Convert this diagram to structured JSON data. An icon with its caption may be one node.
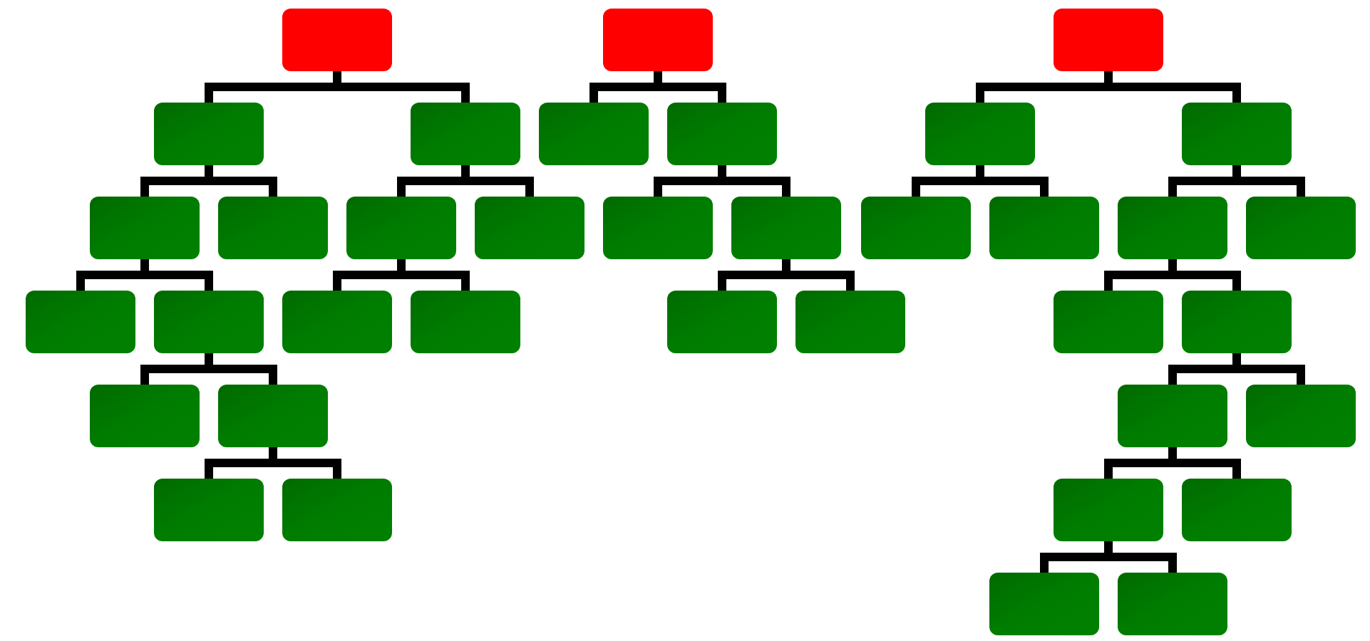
{
  "diagram": {
    "nodes": [
      {
        "text": [],
        "shape": "box"
      },
      {
        "text": [],
        "shape": "box"
      },
      {
        "text": [],
        "shape": "box"
      },
      {
        "text": [],
        "shape": "box"
      },
      {
        "text": [],
        "shape": "box"
      },
      {
        "text": [],
        "shape": "box"
      },
      {
        "text": [],
        "shape": "box"
      },
      {
        "text": [],
        "shape": "box"
      },
      {
        "text": [],
        "shape": "box"
      },
      {
        "text": [],
        "shape": "box"
      },
      {
        "text": [],
        "shape": "box"
      },
      {
        "text": [],
        "shape": "box"
      },
      {
        "text": [],
        "shape": "box"
      },
      {
        "text": [],
        "shape": "box"
      },
      {
        "text": [],
        "shape": "box"
      },
      {
        "text": [],
        "shape": "box"
      },
      {
        "text": [],
        "shape": "box"
      },
      {
        "text": [],
        "shape": "box"
      },
      {
        "text": [],
        "shape": "box"
      },
      {
        "text": [],
        "shape": "box"
      },
      {
        "text": [],
        "shape": "box"
      },
      {
        "text": [],
        "shape": "box"
      },
      {
        "text": [],
        "shape": "box"
      },
      {
        "text": [],
        "shape": "box"
      },
      {
        "text": [],
        "shape": "box"
      },
      {
        "text": [],
        "shape": "box"
      },
      {
        "text": [],
        "shape": "box"
      },
      {
        "text": [],
        "shape": "box"
      },
      {
        "text": [],
        "shape": "box"
      },
      {
        "text": [],
        "shape": "box"
      },
      {
        "text": [],
        "shape": "box"
      },
      {
        "text": [],
        "shape": "box"
      },
      {
        "text": [],
        "shape": "box"
      },
      {
        "text": [],
        "shape": "box"
      },
      {
        "text": [],
        "shape": "box"
      },
      {
        "text": [],
        "shape": "box"
      },
      {
        "text": [],
        "shape": "box"
      }
    ],
    "edges": [
      {
        "from": 0,
        "to": 3,
        "arrow": "none"
      },
      {
        "from": 0,
        "to": 4,
        "arrow": "none"
      },
      {
        "from": 1,
        "to": 5,
        "arrow": "none"
      },
      {
        "from": 1,
        "to": 6,
        "arrow": "none"
      },
      {
        "from": 2,
        "to": 7,
        "arrow": "none"
      },
      {
        "from": 2,
        "to": 8,
        "arrow": "none"
      },
      {
        "from": 3,
        "to": 9,
        "arrow": "none"
      },
      {
        "from": 3,
        "to": 10,
        "arrow": "none"
      },
      {
        "from": 4,
        "to": 11,
        "arrow": "none"
      },
      {
        "from": 4,
        "to": 12,
        "arrow": "none"
      },
      {
        "from": 6,
        "to": 13,
        "arrow": "none"
      },
      {
        "from": 6,
        "to": 14,
        "arrow": "none"
      },
      {
        "from": 7,
        "to": 15,
        "arrow": "none"
      },
      {
        "from": 7,
        "to": 16,
        "arrow": "none"
      },
      {
        "from": 8,
        "to": 17,
        "arrow": "none"
      },
      {
        "from": 8,
        "to": 18,
        "arrow": "none"
      },
      {
        "from": 9,
        "to": 19,
        "arrow": "none"
      },
      {
        "from": 9,
        "to": 20,
        "arrow": "none"
      },
      {
        "from": 11,
        "to": 21,
        "arrow": "none"
      },
      {
        "from": 11,
        "to": 22,
        "arrow": "none"
      },
      {
        "from": 14,
        "to": 23,
        "arrow": "none"
      },
      {
        "from": 14,
        "to": 24,
        "arrow": "none"
      },
      {
        "from": 17,
        "to": 25,
        "arrow": "none"
      },
      {
        "from": 17,
        "to": 26,
        "arrow": "none"
      },
      {
        "from": 20,
        "to": 27,
        "arrow": "none"
      },
      {
        "from": 20,
        "to": 28,
        "arrow": "none"
      },
      {
        "from": 26,
        "to": 29,
        "arrow": "none"
      },
      {
        "from": 26,
        "to": 30,
        "arrow": "none"
      },
      {
        "from": 28,
        "to": 31,
        "arrow": "none"
      },
      {
        "from": 28,
        "to": 32,
        "arrow": "none"
      },
      {
        "from": 29,
        "to": 33,
        "arrow": "none"
      },
      {
        "from": 29,
        "to": 34,
        "arrow": "none"
      },
      {
        "from": 33,
        "to": 35,
        "arrow": "none"
      },
      {
        "from": 33,
        "to": 36,
        "arrow": "none"
      }
    ]
  }
}
